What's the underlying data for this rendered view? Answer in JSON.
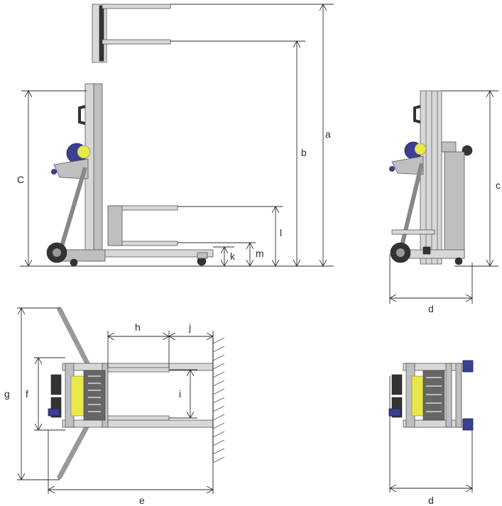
{
  "dimensions": {
    "a": "a",
    "b": "b",
    "C": "C",
    "c": "c",
    "l": "l",
    "m": "m",
    "k": "k",
    "d_side": "d",
    "d_top": "d",
    "e": "e",
    "f": "f",
    "g": "g",
    "h": "h",
    "i": "i",
    "j": "j"
  },
  "colors": {
    "line": "#2b2b2b",
    "metal": "#d8d8d8",
    "accent_blue": "#3a3f8f",
    "accent_yellow": "#e8e84a"
  }
}
